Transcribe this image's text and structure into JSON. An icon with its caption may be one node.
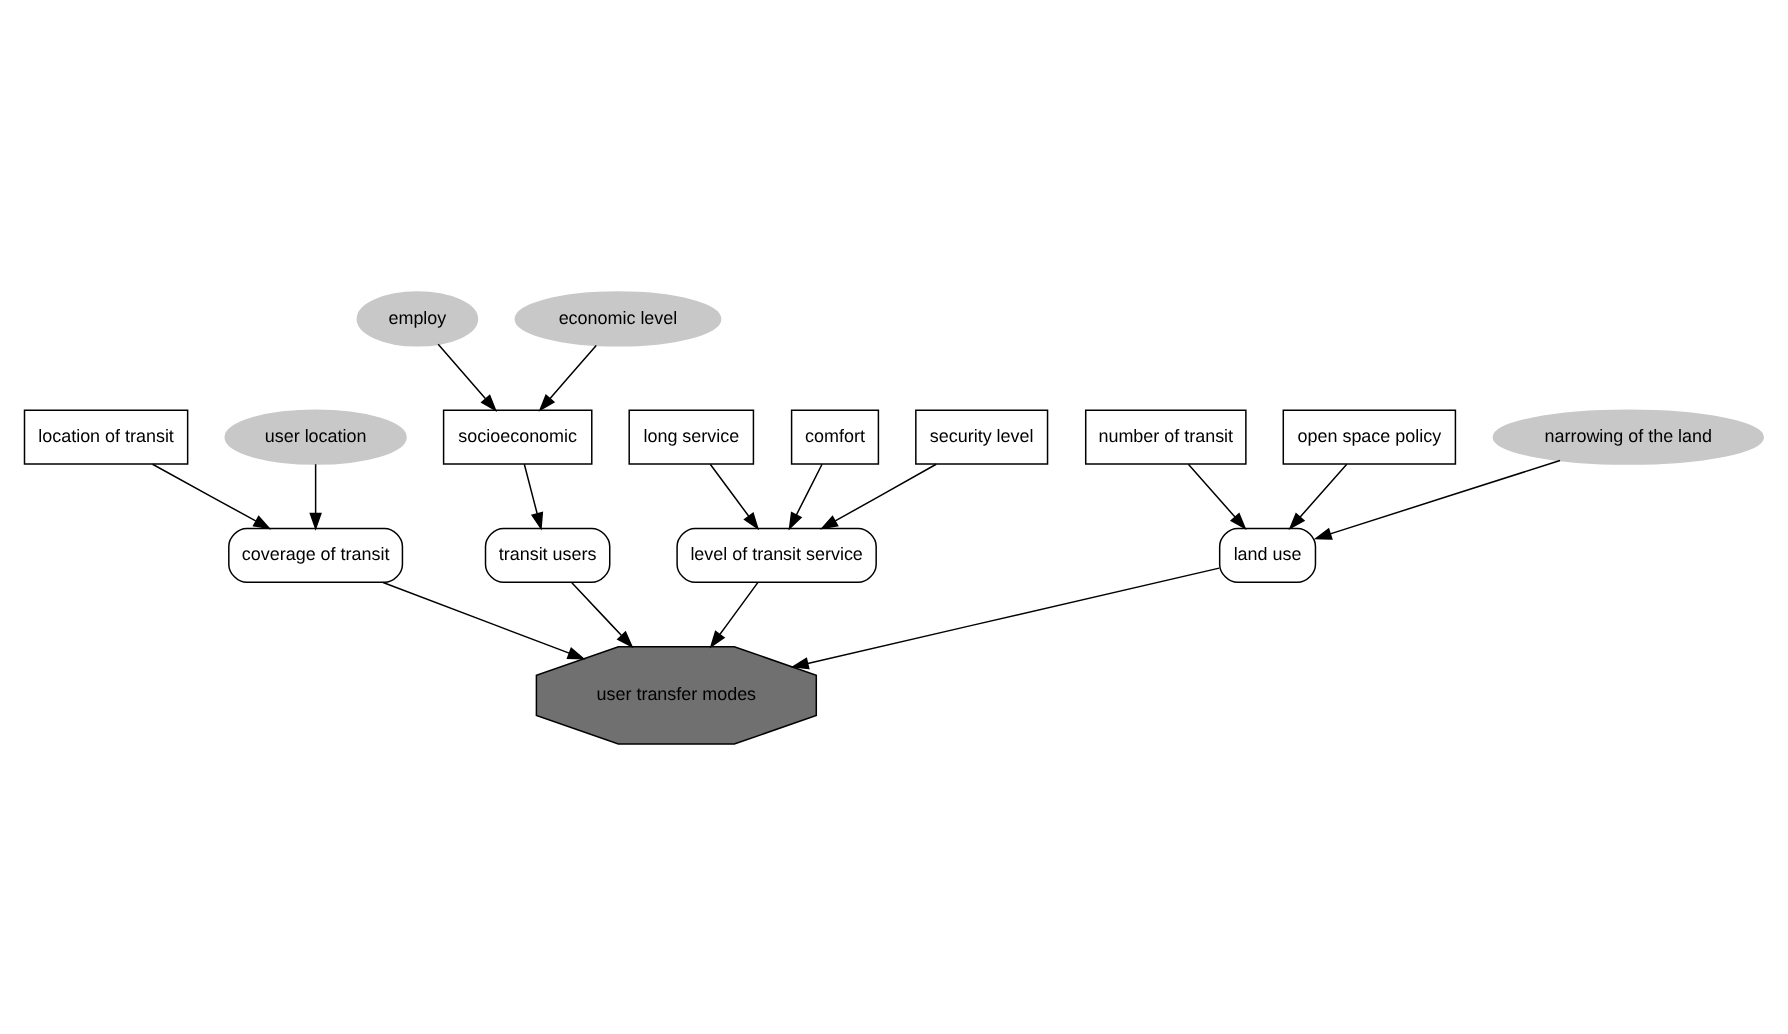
{
  "diagram": {
    "nodes": [
      {
        "text": [
          "long service"
        ]
      },
      {
        "text": [
          "comfort"
        ]
      },
      {
        "text": [
          "security level"
        ]
      },
      {
        "text": [
          "level of transit service"
        ]
      },
      {
        "text": [
          "location of transit"
        ]
      },
      {
        "text": [
          "user location"
        ]
      },
      {
        "text": [
          "coverage of transit"
        ]
      },
      {
        "text": [
          "employ"
        ]
      },
      {
        "text": [
          "economic level"
        ]
      },
      {
        "text": [
          "socioeconomic"
        ]
      },
      {
        "text": [
          "transit users"
        ]
      },
      {
        "text": [
          "number of transit"
        ]
      },
      {
        "text": [
          "open space policy"
        ]
      },
      {
        "text": [
          "narrowing of the land"
        ]
      },
      {
        "text": [
          "land use"
        ]
      },
      {
        "text": [
          "user transfer modes"
        ]
      }
    ],
    "edges": [
      {
        "from": 0,
        "to": 3,
        "arrow": "to"
      },
      {
        "from": 1,
        "to": 3,
        "arrow": "to"
      },
      {
        "from": 2,
        "to": 3,
        "arrow": "to"
      },
      {
        "from": 4,
        "to": 6,
        "arrow": "to"
      },
      {
        "from": 5,
        "to": 6,
        "arrow": "to"
      },
      {
        "from": 7,
        "to": 9,
        "arrow": "to"
      },
      {
        "from": 8,
        "to": 9,
        "arrow": "to"
      },
      {
        "from": 9,
        "to": 10,
        "arrow": "to"
      },
      {
        "from": 11,
        "to": 14,
        "arrow": "to"
      },
      {
        "from": 12,
        "to": 14,
        "arrow": "to"
      },
      {
        "from": 13,
        "to": 14,
        "arrow": "to"
      },
      {
        "from": 3,
        "to": 15,
        "arrow": "to"
      },
      {
        "from": 6,
        "to": 15,
        "arrow": "to"
      },
      {
        "from": 10,
        "to": 15,
        "arrow": "to"
      },
      {
        "from": 14,
        "to": 15,
        "arrow": "to"
      }
    ]
  }
}
